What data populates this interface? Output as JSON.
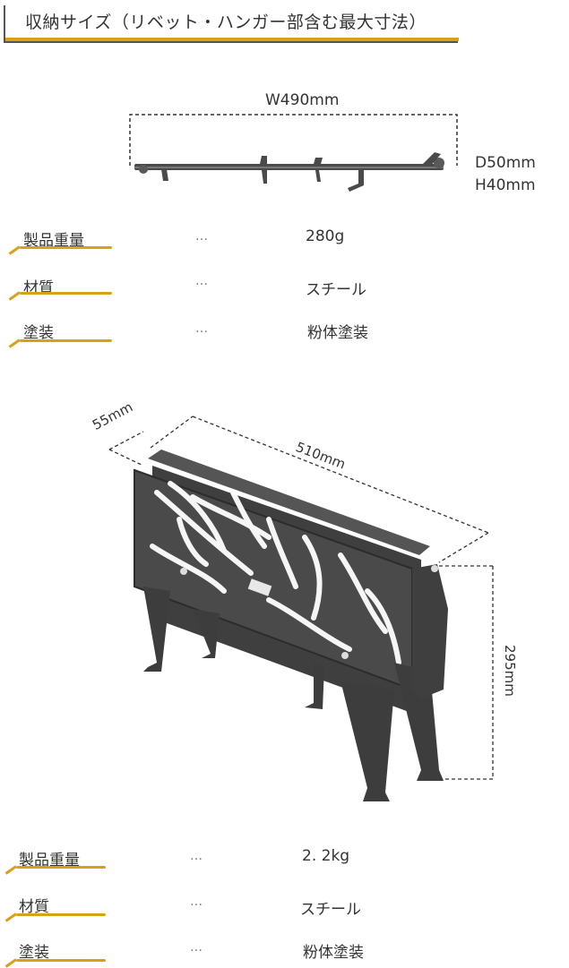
{
  "header": {
    "title": "収納サイズ（リベット・ハンガー部含む最大寸法）"
  },
  "folded": {
    "width_label": "W490mm",
    "depth_label": "D50mm",
    "height_label": "H40mm",
    "specs": [
      {
        "label": "製品重量",
        "dots": "…",
        "value": "280g"
      },
      {
        "label": "材質",
        "dots": "…",
        "value": "スチール"
      },
      {
        "label": "塗装",
        "dots": "…",
        "value": "粉体塗装"
      }
    ]
  },
  "table_view": {
    "depth_label": "55mm",
    "width_label": "510mm",
    "height_label": "295mm",
    "specs": [
      {
        "label": "製品重量",
        "dots": "…",
        "value": "2. 2kg"
      },
      {
        "label": "材質",
        "dots": "…",
        "value": "スチール"
      },
      {
        "label": "塗装",
        "dots": "…",
        "value": "粉体塗装"
      }
    ]
  }
}
